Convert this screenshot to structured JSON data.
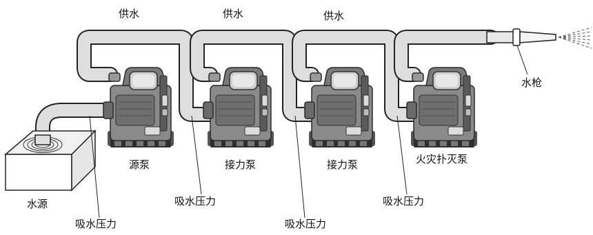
{
  "labels": {
    "supply": "供水",
    "suction_pressure": "吸水压力",
    "water_source": "水源",
    "source_pump": "源泵",
    "relay_pump": "接力泵",
    "fire_pump": "火灾扑灭泵",
    "nozzle": "水枪"
  },
  "colors": {
    "pipe_fill": "#dedede",
    "pipe_stroke": "#222222",
    "pump_body": "#8a8a8a",
    "pump_dark": "#4a4a4a",
    "pump_light": "#bdbdbd"
  }
}
